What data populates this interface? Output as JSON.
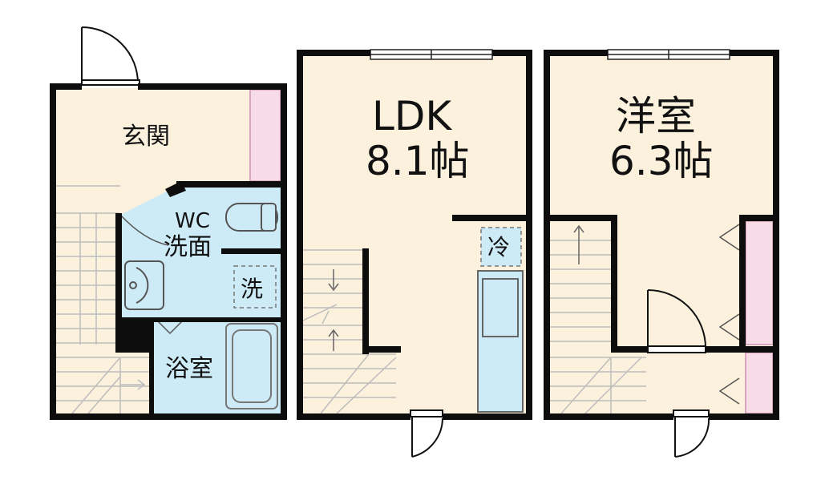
{
  "floorplan": {
    "rooms": {
      "entrance": "玄関",
      "wc_top": "WC",
      "wc_bottom": "洗面",
      "washer": "洗",
      "bath": "浴室",
      "ldk_name": "LDK",
      "ldk_size": "8.1帖",
      "western_name": "洋室",
      "western_size": "6.3帖",
      "fridge": "冷"
    },
    "colors": {
      "floor": "#fbf1dc",
      "wet_area": "#cdeaf7",
      "closet": "#f7dce8",
      "wall": "#0d0d0d"
    }
  }
}
